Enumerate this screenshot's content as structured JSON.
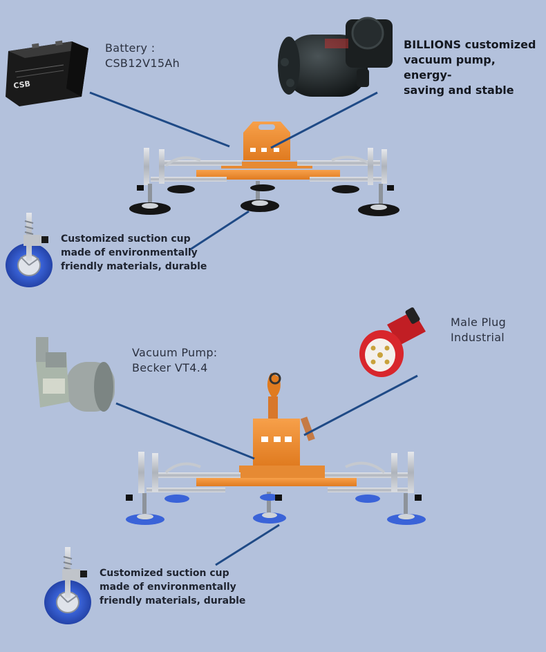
{
  "top_section": {
    "battery_label": "Battery :\nCSB12V15Ah",
    "battery_logo_text": "CSB",
    "pump_label": "BILLIONS customized\nvacuum pump, energy-\nsaving and stable",
    "cup_label": "Customized suction cup\nmade of environmentally\nfriendly materials, durable"
  },
  "bottom_section": {
    "pump_label": "Vacuum Pump:\nBecker VT4.4",
    "plug_label": "Male Plug\nIndustrial",
    "cup_label": "Customized suction cup\nmade of environmentally\nfriendly materials, durable"
  },
  "colors": {
    "background": "#b3c1dc",
    "leader_line": "#1f4a86",
    "frame_orange": "#f08a2c",
    "arm_silver": "#c9ccd1",
    "cup_blue": "#3d5fcf",
    "plug_red": "#d8262c"
  }
}
